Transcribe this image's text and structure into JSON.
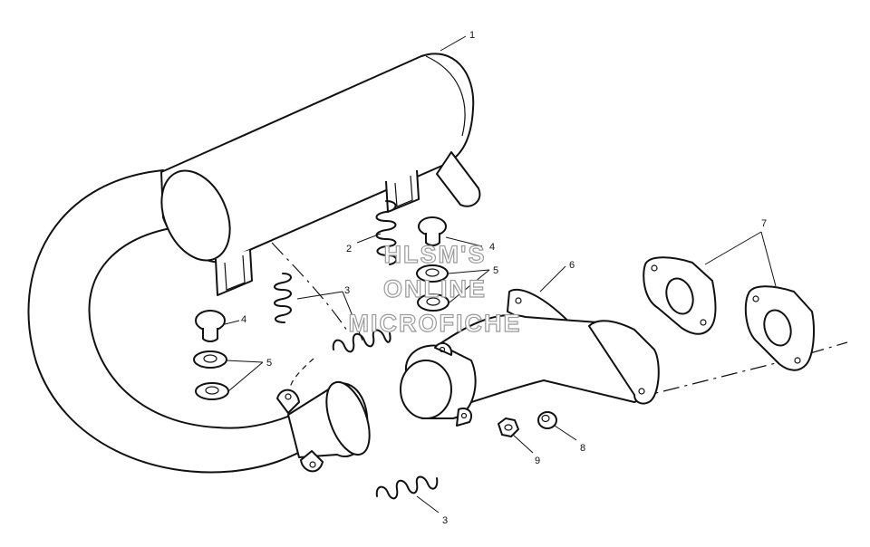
{
  "callouts": {
    "c1": "1",
    "c2": "2",
    "c3a": "3",
    "c3b": "3",
    "c4a": "4",
    "c4b": "4",
    "c5a": "5",
    "c5b": "5",
    "c6": "6",
    "c7": "7",
    "c8": "8",
    "c9": "9"
  },
  "watermark": {
    "line1": "HLSM'S",
    "line2": "ONLINE",
    "line3": "MICROFICHE"
  }
}
